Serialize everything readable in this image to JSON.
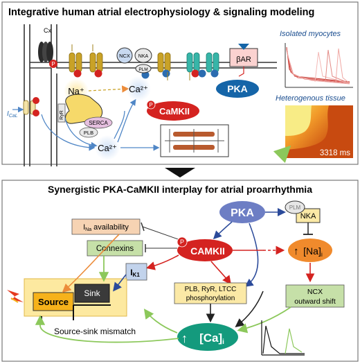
{
  "top": {
    "title": "Integrative human atrial electrophysiology & signaling modeling",
    "cx_label": "Cx",
    "ncx_label": "NCX",
    "nka_label": "NKA",
    "plm_label": "PLM",
    "bar_label": "βAR",
    "pka_label": "PKA",
    "na_label": "Na⁺",
    "ca_label": "Ca²⁺",
    "ical_label": "I",
    "ical_sub": "CaL",
    "ryr_label": "RyR",
    "serca_label": "SERCA",
    "plb_label": "PLB",
    "camkii_label": "CaMKII",
    "p_label": "P",
    "isolated_label": "Isolated myocytes",
    "tissue_label": "Heterogenous tissue",
    "time_label": "3318 ms"
  },
  "bottom": {
    "title": "Synergistic PKA-CaMKII interplay for atrial proarrhythmia",
    "pka_label": "PKA",
    "plm_label": "PLM",
    "nka_label": "NKA",
    "ina_label": "I",
    "ina_sub": "Na",
    "ina_suffix": " availability",
    "connexins_label": "Connexins",
    "camkii_label": "CAMKII",
    "p_label": "P",
    "na_label": "[Na]",
    "na_sub": "i",
    "ik1_label": "I",
    "ik1_sub": "K1",
    "source_label": "Source",
    "sink_label": "Sink",
    "phospho_line1": "PLB, RyR, LTCC",
    "phospho_line2": "phosphorylation",
    "ncx_line1": "NCX",
    "ncx_line2": "outward shift",
    "mismatch_label": "Source-sink mismatch",
    "ca_label": "[Ca]",
    "ca_sub": "i",
    "up_arrow": "↑"
  },
  "colors": {
    "camkii": "#d42320",
    "pka": "#6d7ec4",
    "pka_dark": "#1565a8",
    "green_box": "#c6e0a8",
    "blue_box": "#c2d3ec",
    "orange_box": "#f6d3b3",
    "yellow_box": "#fbe9a6",
    "teal": "#149a7d",
    "orange_na": "#f08a2c",
    "arrow_red": "#d42320",
    "arrow_blue": "#2b4a9a",
    "arrow_green": "#8cc85b",
    "arrow_orange": "#ec8c3a"
  }
}
